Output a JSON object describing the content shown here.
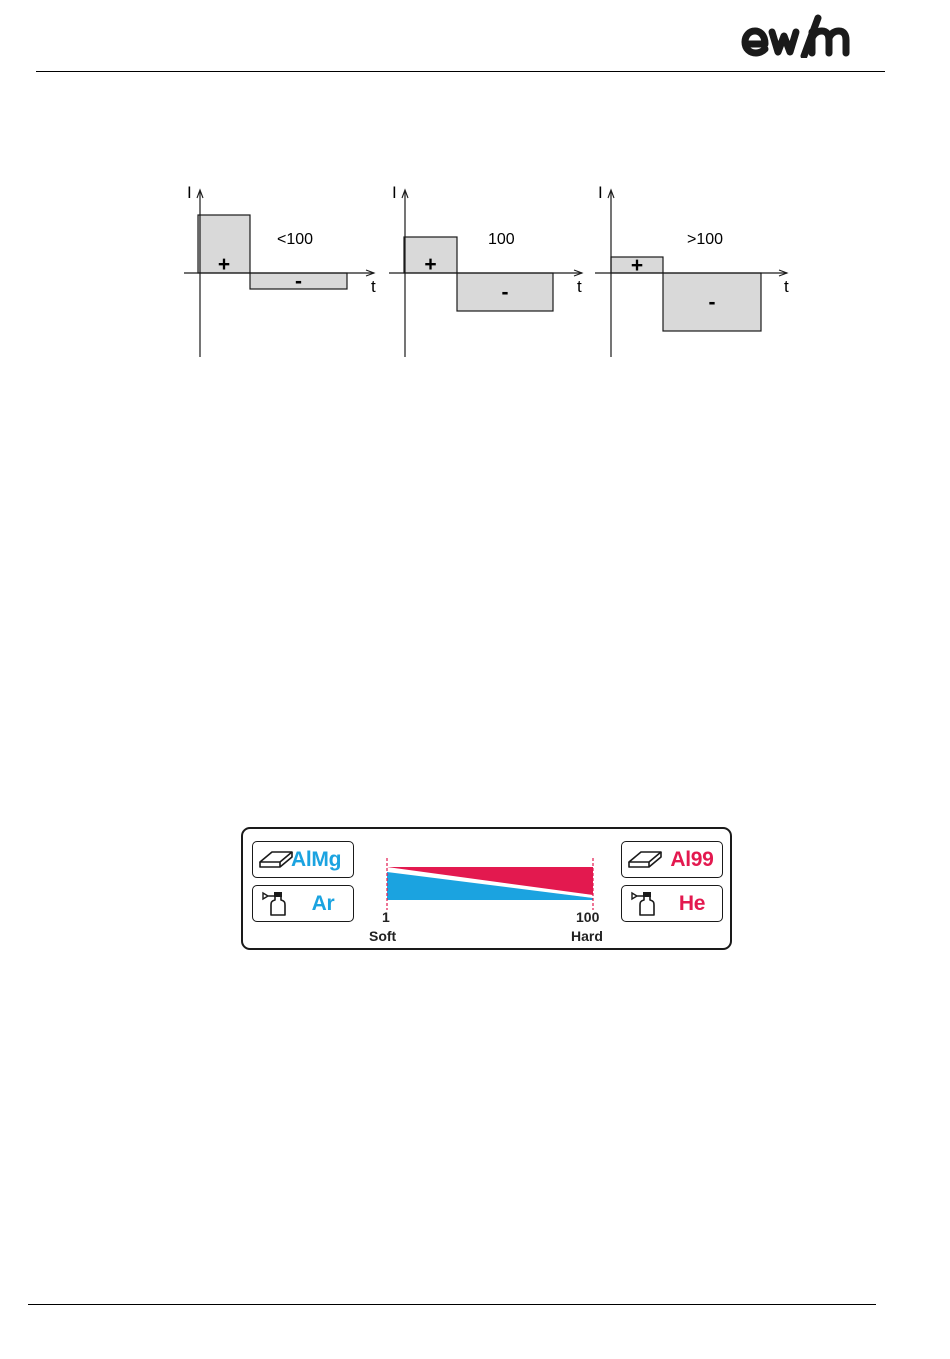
{
  "brand": {
    "logo_text": "ewm",
    "colors": {
      "logo": "#1a1a1a"
    }
  },
  "waveforms": [
    {
      "axis_current": "I",
      "axis_time": "t",
      "label": "<100",
      "positive_sign": "+",
      "negative_sign": "-",
      "positive_height": 58,
      "negative_depth": 16
    },
    {
      "axis_current": "I",
      "axis_time": "t",
      "label": "100",
      "positive_sign": "+",
      "negative_sign": "-",
      "positive_height": 36,
      "negative_depth": 38
    },
    {
      "axis_current": "I",
      "axis_time": "t",
      "label": ">100",
      "positive_sign": "+",
      "negative_sign": "-",
      "positive_height": 16,
      "negative_depth": 58
    }
  ],
  "balance_panel": {
    "left_material": "AlMg",
    "left_gas": "Ar",
    "right_material": "Al99",
    "right_gas": "He",
    "scale_min": "1",
    "scale_min_label": "Soft",
    "scale_max": "100",
    "scale_max_label": "Hard",
    "icons": [
      "workpiece-plate-icon",
      "gas-cylinder-icon"
    ],
    "colors": {
      "left": "#1ba3e0",
      "right": "#e3194f"
    }
  }
}
